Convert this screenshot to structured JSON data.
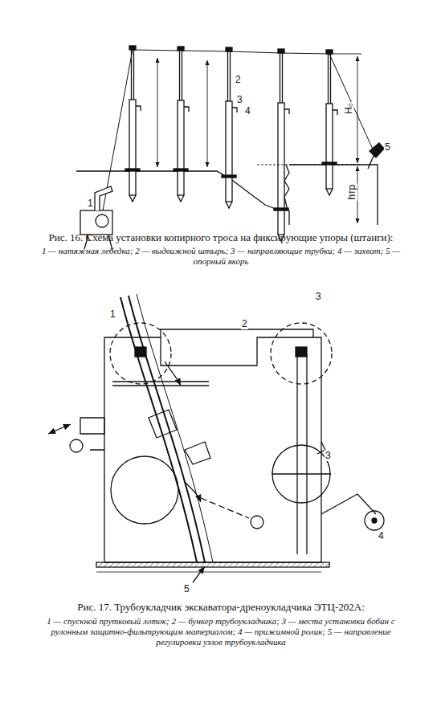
{
  "diagram": {
    "labels": [
      "1",
      "2",
      "3",
      "4",
      "5",
      "H₀",
      "hтр",
      "Рис. 16. Схема установки копирного троса на фиксирующие упоры (штанги):",
      "1 — натяжная лебедка; 2 — выдвижной штырь; 3 — направляющие трубки; 4 — захват; 5 — опорный якорь",
      "1",
      "2",
      "3",
      "3",
      "4",
      "5",
      "Рис. 17. Трубоукладчик экскаватора-дреноукладчика ЭТЦ-202А:",
      "1 — спускной прутковый лоток; 2 — бункер трубоукладчика; 3 — места установки бобин с рулонным защитно-фильтрующим материалом; 4 — прижимной ролик; 5 — направление регулировки узлов трубоукладчика"
    ]
  }
}
